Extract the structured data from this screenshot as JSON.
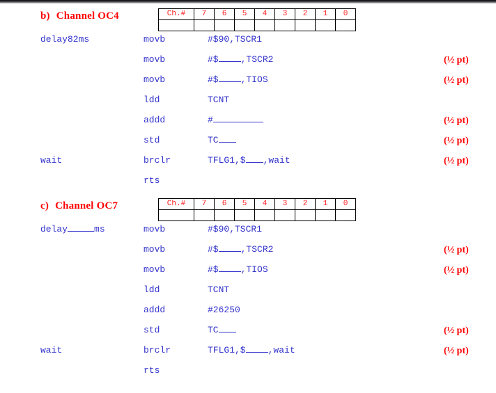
{
  "page": {
    "background_color": "#ffffff",
    "code_color": "#3333cc",
    "accent_color": "#ff0000",
    "table_header_color": "#ff2020"
  },
  "sections": [
    {
      "id": "oc4",
      "letter": "b)",
      "title": "Channel OC4",
      "table": {
        "header": [
          "Ch.#",
          "7",
          "6",
          "5",
          "4",
          "3",
          "2",
          "1",
          "0"
        ],
        "values": [
          "",
          "",
          "",
          "",
          "",
          "",
          "",
          "",
          ""
        ]
      },
      "lines": [
        {
          "label": "delay82ms",
          "mnemonic": "movb",
          "operand_pre": "#$90,TSCR1",
          "blank": "",
          "operand_post": "",
          "points": ""
        },
        {
          "label": "",
          "mnemonic": "movb",
          "operand_pre": "#$",
          "blank": "w4",
          "operand_post": ",TSCR2",
          "points": "(½ pt)"
        },
        {
          "label": "",
          "mnemonic": "movb",
          "operand_pre": "#$",
          "blank": "w4",
          "operand_post": ",TIOS",
          "points": "(½ pt)"
        },
        {
          "label": "",
          "mnemonic": "ldd",
          "operand_pre": "TCNT",
          "blank": "",
          "operand_post": "",
          "points": ""
        },
        {
          "label": "",
          "mnemonic": "addd",
          "operand_pre": "#",
          "blank": "w8",
          "operand_post": "",
          "points": "(½ pt)"
        },
        {
          "label": "",
          "mnemonic": "std",
          "operand_pre": "TC",
          "blank": "w3",
          "operand_post": "",
          "points": "(½ pt)"
        },
        {
          "label": "wait",
          "mnemonic": "brclr",
          "operand_pre": "TFLG1,$",
          "blank": "w3",
          "operand_post": ",wait",
          "points": "(½ pt)"
        },
        {
          "label": "",
          "mnemonic": "rts",
          "operand_pre": "",
          "blank": "",
          "operand_post": "",
          "points": ""
        }
      ]
    },
    {
      "id": "oc7",
      "letter": "c)",
      "title": "Channel OC7",
      "table": {
        "header": [
          "Ch.#",
          "7",
          "6",
          "5",
          "4",
          "3",
          "2",
          "1",
          "0"
        ],
        "values": [
          "",
          "",
          "",
          "",
          "",
          "",
          "",
          "",
          ""
        ]
      },
      "lines": [
        {
          "label": "delay",
          "label_blank": "w5",
          "label_post": "ms",
          "mnemonic": "movb",
          "operand_pre": "#$90,TSCR1",
          "blank": "",
          "operand_post": "",
          "points": ""
        },
        {
          "label": "",
          "mnemonic": "movb",
          "operand_pre": "#$",
          "blank": "w4",
          "operand_post": ",TSCR2",
          "points": "(½ pt)"
        },
        {
          "label": "",
          "mnemonic": "movb",
          "operand_pre": "#$",
          "blank": "w4",
          "operand_post": ",TIOS",
          "points": "(½ pt)"
        },
        {
          "label": "",
          "mnemonic": "ldd",
          "operand_pre": "TCNT",
          "blank": "",
          "operand_post": "",
          "points": ""
        },
        {
          "label": "",
          "mnemonic": "addd",
          "operand_pre": "#26250",
          "blank": "",
          "operand_post": "",
          "points": ""
        },
        {
          "label": "",
          "mnemonic": "std",
          "operand_pre": "TC",
          "blank": "w3",
          "operand_post": "",
          "points": "(½ pt)"
        },
        {
          "label": "wait",
          "mnemonic": "brclr",
          "operand_pre": "TFLG1,$",
          "blank": "w4",
          "operand_post": ",wait",
          "points": "(½ pt)"
        },
        {
          "label": "",
          "mnemonic": "rts",
          "operand_pre": "",
          "blank": "",
          "operand_post": "",
          "points": ""
        }
      ]
    }
  ]
}
